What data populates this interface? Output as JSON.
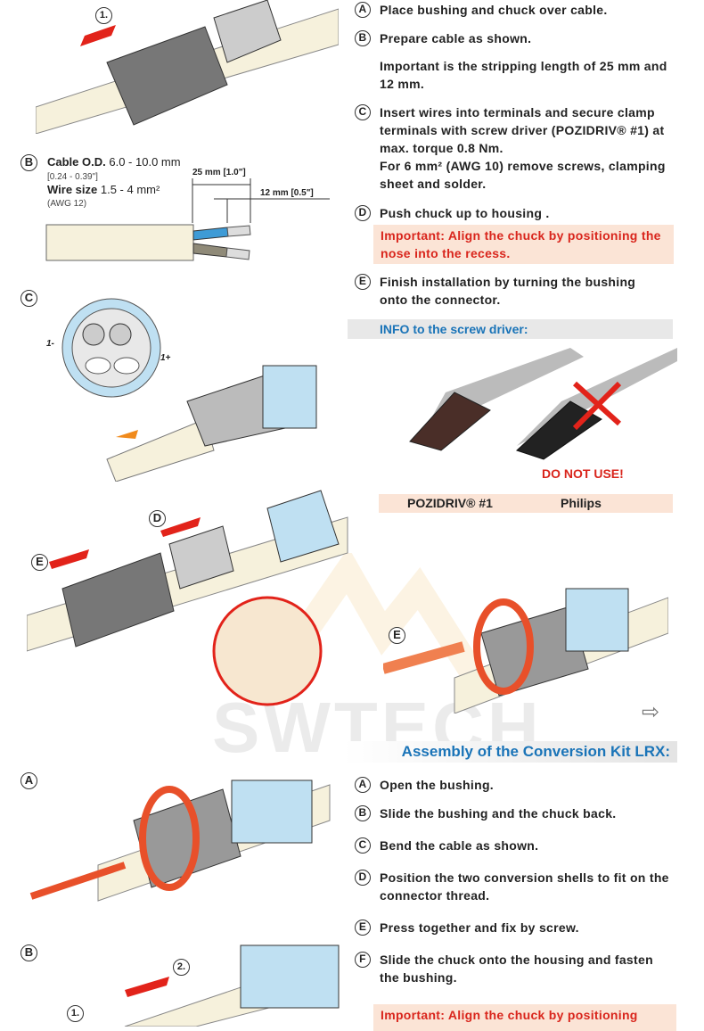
{
  "section1": {
    "steps": [
      {
        "letter": "A",
        "text": "Place bushing and chuck over cable."
      },
      {
        "letter": "B",
        "text": "Prepare cable as shown.",
        "extra": "Important is the stripping length of 25 mm and 12 mm."
      },
      {
        "letter": "C",
        "text": "Insert wires into terminals and secure clamp terminals with screw driver (POZIDRIV® #1) at max. torque 0.8 Nm.",
        "extra": "For 6 mm² (AWG 10) remove screws, clamping sheet and solder."
      },
      {
        "letter": "D",
        "text": "Push chuck up to housing ."
      },
      {
        "letter": "E",
        "text": "Finish installation by turning the bushing onto the connector."
      }
    ],
    "important_d": "Important:  Align the chuck by positioning the nose into the recess.",
    "info_title": "INFO to the screw driver:",
    "do_not_use": "DO NOT USE!",
    "driver_labels": [
      "POZIDRIV® #1",
      "Philips"
    ]
  },
  "illustrations": {
    "step1": "1.",
    "step2": "2.",
    "b_letter": "B",
    "cable_od_label": "Cable O.D.",
    "cable_od_value": "6.0 - 10.0 mm",
    "cable_od_inch": "[0.24 - 0.39\"]",
    "wire_size_label": "Wire size",
    "wire_size_value": "1.5 - 4 mm²",
    "awg": "(AWG 12)",
    "dim_25": "25 mm [1.0\"]",
    "dim_12": "12 mm [0.5\"]",
    "c_letter": "C",
    "term_minus": "1-",
    "term_plus": "1+",
    "d_letter": "D",
    "e_letter": "E",
    "a_letter": "A"
  },
  "watermark": "SWTECH",
  "section2": {
    "title": "Assembly of the Conversion Kit LRX:",
    "steps": [
      {
        "letter": "A",
        "text": "Open the bushing."
      },
      {
        "letter": "B",
        "text": "Slide the bushing and the chuck back."
      },
      {
        "letter": "C",
        "text": "Bend the cable as shown."
      },
      {
        "letter": "D",
        "text": "Position the two conversion shells to fit on the connector thread."
      },
      {
        "letter": "E",
        "text": "Press together and fix by screw."
      },
      {
        "letter": "F",
        "text": "Slide the chuck onto the housing and fasten the bushing."
      }
    ],
    "important": "Important:  Align the chuck by positioning"
  },
  "colors": {
    "accent_blue": "#1a74b8",
    "warn_red": "#d9251c",
    "note_bg": "#fbe4d6"
  }
}
